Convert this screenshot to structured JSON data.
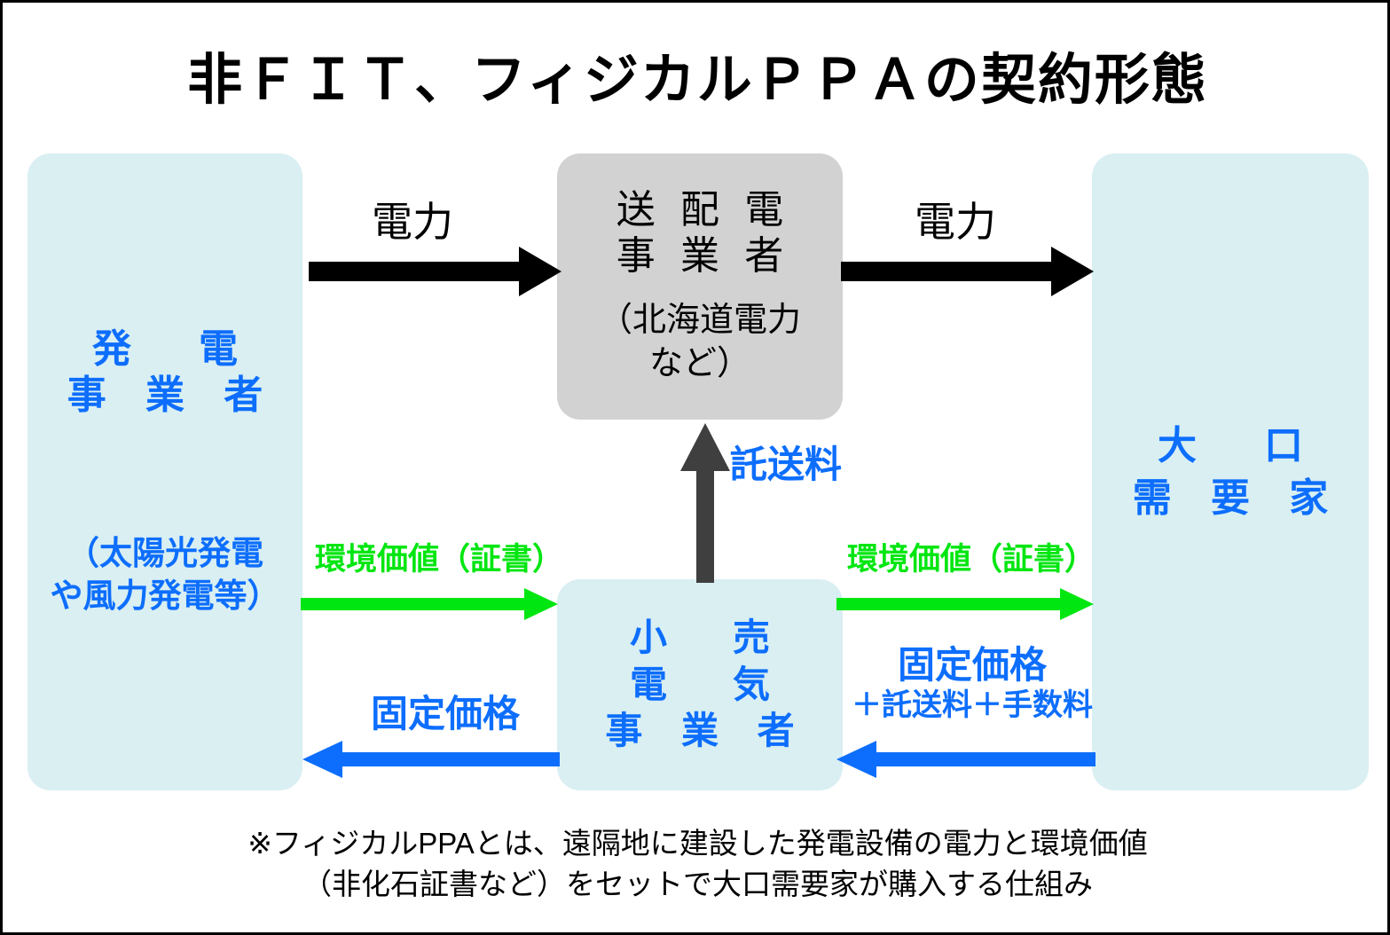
{
  "title": "非ＦＩＴ、フィジカルＰＰＡの契約形態",
  "colors": {
    "box_cyan": "#d9eff2",
    "box_gray": "#d2d2d2",
    "blue": "#0d6efd",
    "green": "#00e610",
    "black": "#000000",
    "dark_gray_arrow": "#3f3f3f",
    "border": "#000000"
  },
  "boxes": {
    "generator": {
      "main": "発　電\n事 業 者",
      "main_line1": "発　電",
      "main_line2": "事 業 者",
      "sub_line1": "（太陽光発電",
      "sub_line2": "や風力発電等）"
    },
    "tso": {
      "main_line1": "送 配 電",
      "main_line2": "事 業 者",
      "sub_line1": "（北海道電力",
      "sub_line2": "など）"
    },
    "consumer": {
      "main_line1": "大　口",
      "main_line2": "需 要 家"
    },
    "retailer": {
      "main_line1": "小　売",
      "main_line2": "電　気",
      "main_line3": "事 業 者"
    }
  },
  "arrows": {
    "power_left": {
      "label": "電力",
      "color": "#000000",
      "direction": "right",
      "from": "generator",
      "to": "tso"
    },
    "power_right": {
      "label": "電力",
      "color": "#000000",
      "direction": "right",
      "from": "tso",
      "to": "consumer"
    },
    "wheeling_fee": {
      "label": "託送料",
      "color": "#3f3f3f",
      "direction": "up",
      "from": "retailer",
      "to": "tso"
    },
    "env_value_left": {
      "label": "環境価値（証書）",
      "color": "#00e610",
      "direction": "right",
      "from": "generator",
      "to": "retailer"
    },
    "env_value_right": {
      "label": "環境価値（証書）",
      "color": "#00e610",
      "direction": "right",
      "from": "retailer",
      "to": "consumer"
    },
    "fixed_price_left": {
      "label": "固定価格",
      "color": "#0d6efd",
      "direction": "left",
      "from": "retailer",
      "to": "generator"
    },
    "fixed_price_right": {
      "label_line1": "固定価格",
      "label_line2": "＋託送料＋手数料",
      "color": "#0d6efd",
      "direction": "left",
      "from": "consumer",
      "to": "retailer"
    }
  },
  "footnote": {
    "line1": "※フィジカルPPAとは、遠隔地に建設した発電設備の電力と環境価値",
    "line2": "（非化石証書など）をセットで大口需要家が購入する仕組み"
  }
}
